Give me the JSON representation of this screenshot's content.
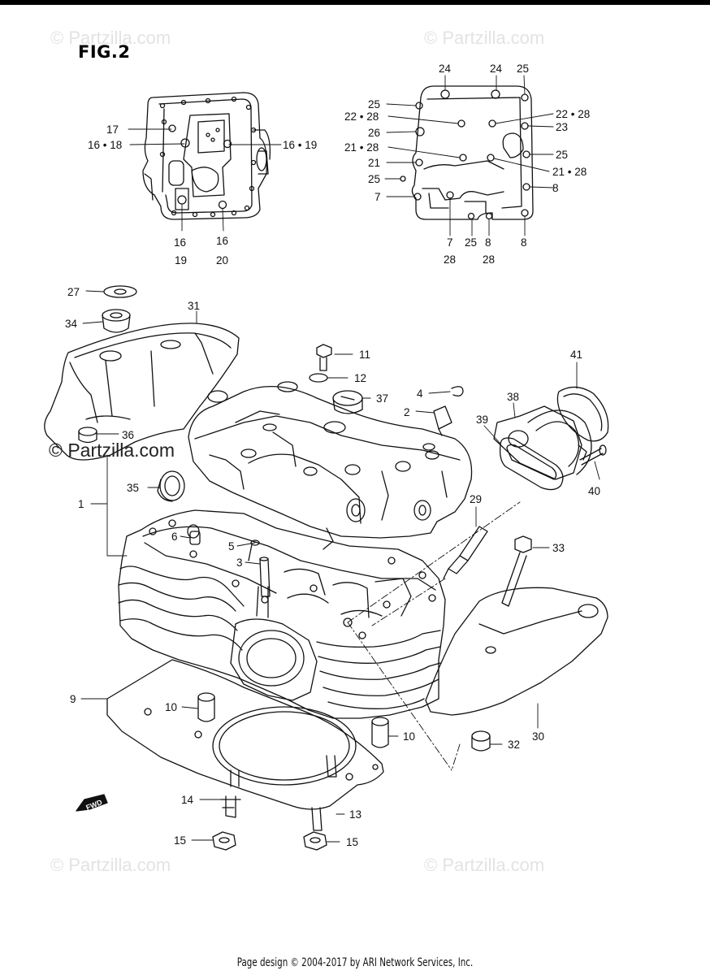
{
  "figure": {
    "title": "FIG.2"
  },
  "watermarks": [
    "© Partzilla.com",
    "© Partzilla.com",
    "© Partzilla.com",
    "© Partzilla.com",
    "© Partzilla.com"
  ],
  "inset_left_labels": {
    "l17": "17",
    "l16_18": "16 • 18",
    "l16_19r": "16 • 19",
    "b16a": "16",
    "b19": "19",
    "b16b": "16",
    "b20": "20"
  },
  "inset_right_labels": {
    "t24a": "24",
    "t24b": "24",
    "t25": "25",
    "l25a": "25",
    "l22_28": "22 • 28",
    "l26": "26",
    "l21_28": "21 • 28",
    "l21": "21",
    "l25b": "25",
    "l7": "7",
    "r22_28": "22 • 28",
    "r23": "23",
    "r25": "25",
    "r21_28": "21 • 28",
    "r8": "8",
    "b7": "7",
    "b28a": "28",
    "b25": "25",
    "b8a": "8",
    "b28b": "28",
    "b8b": "8"
  },
  "callouts": {
    "c27": "27",
    "c34": "34",
    "c31": "31",
    "c11": "11",
    "c12": "12",
    "c4": "4",
    "c37": "37",
    "c2": "2",
    "c41": "41",
    "c38": "38",
    "c39": "39",
    "c36": "36",
    "c40": "40",
    "c35": "35",
    "c1": "1",
    "c29": "29",
    "c6": "6",
    "c5": "5",
    "c3": "3",
    "c33": "33",
    "c9": "9",
    "c10a": "10",
    "c10b": "10",
    "c32": "32",
    "c30": "30",
    "c14": "14",
    "c13": "13",
    "c15a": "15",
    "c15b": "15"
  },
  "fwd_label": "FWD",
  "footer": "Page design © 2004-2017 by ARI Network Services, Inc."
}
